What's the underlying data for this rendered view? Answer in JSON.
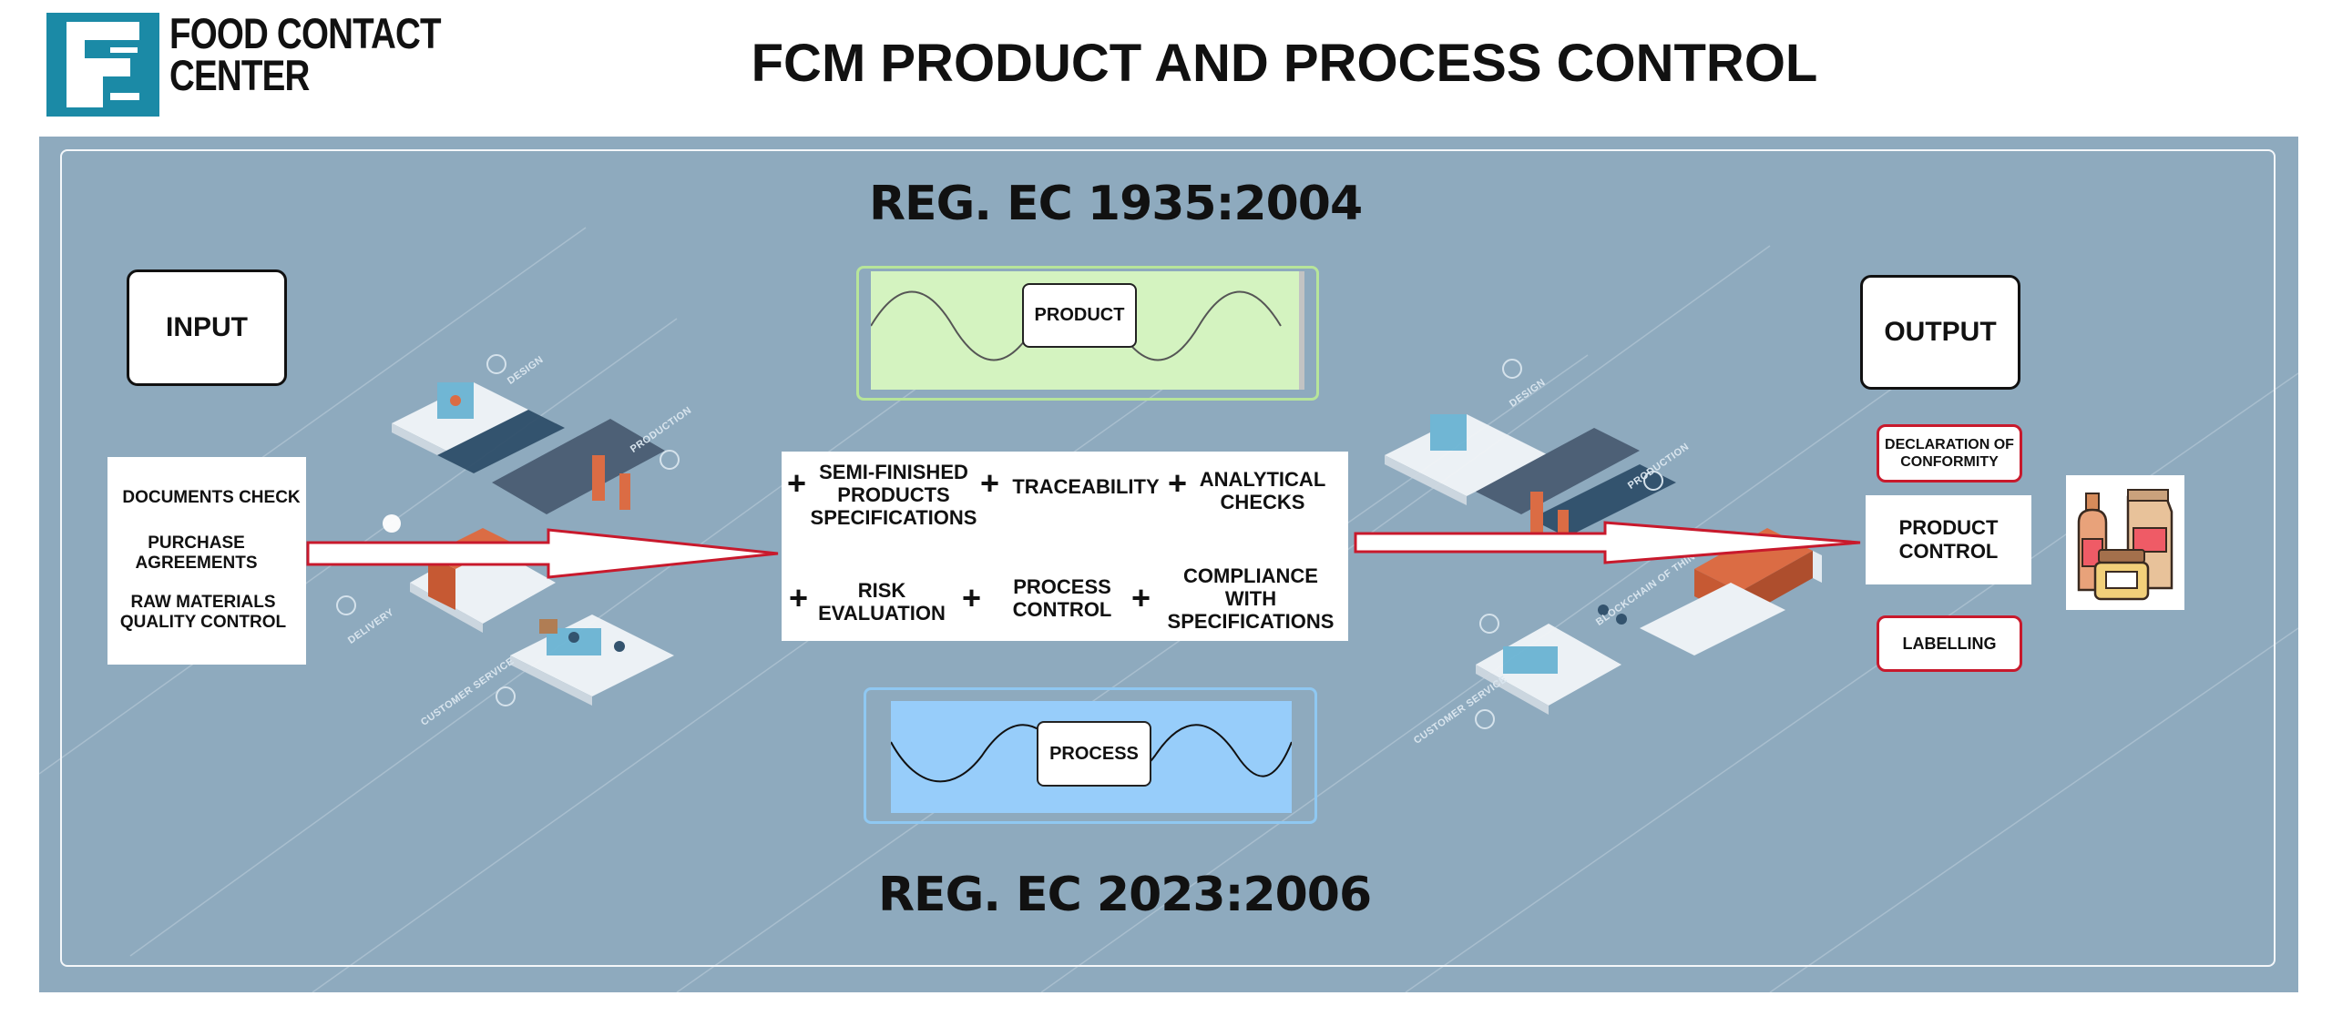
{
  "header": {
    "logo_line1": "FOOD CONTACT",
    "logo_line2": "CENTER",
    "title": "FCM PRODUCT AND PROCESS CONTROL"
  },
  "regulations": {
    "top": "REG. EC 1935:2004",
    "bottom": "REG. EC 2023:2006"
  },
  "input": {
    "label": "INPUT",
    "items": [
      "DOCUMENTS CHECK",
      "PURCHASE AGREEMENTS",
      "RAW MATERIALS QUALITY CONTROL"
    ]
  },
  "product_wave": {
    "label": "PRODUCT",
    "fill": "#d4f3c0",
    "border": "#b7e59a"
  },
  "process_wave": {
    "label": "PROCESS",
    "fill": "#97cdfa",
    "border": "#8fc8f2"
  },
  "controls": {
    "row1": [
      "SEMI-FINISHED PRODUCTS SPECIFICATIONS",
      "TRACEABILITY",
      "ANALYTICAL CHECKS"
    ],
    "row2": [
      "RISK EVALUATION",
      "PROCESS CONTROL",
      "COMPLIANCE WITH SPECIFICATIONS"
    ],
    "plus": "+"
  },
  "output": {
    "label": "OUTPUT",
    "declaration": "DECLARATION OF CONFORMITY",
    "product_control": "PRODUCT CONTROL",
    "labelling": "LABELLING"
  },
  "factory_tags": [
    "DESIGN",
    "PRODUCTION",
    "DELIVERY",
    "CUSTOMER SERVICE",
    "BLOCKCHAIN OF THINGS"
  ],
  "colors": {
    "panel": "#8eaabe",
    "logo": "#1b8aa6",
    "arrow_red": "#c8192c"
  },
  "icons": [
    "fcc-logo-icon",
    "factory-isometric-illustration",
    "red-arrow-icon",
    "packaging-products-icon"
  ]
}
